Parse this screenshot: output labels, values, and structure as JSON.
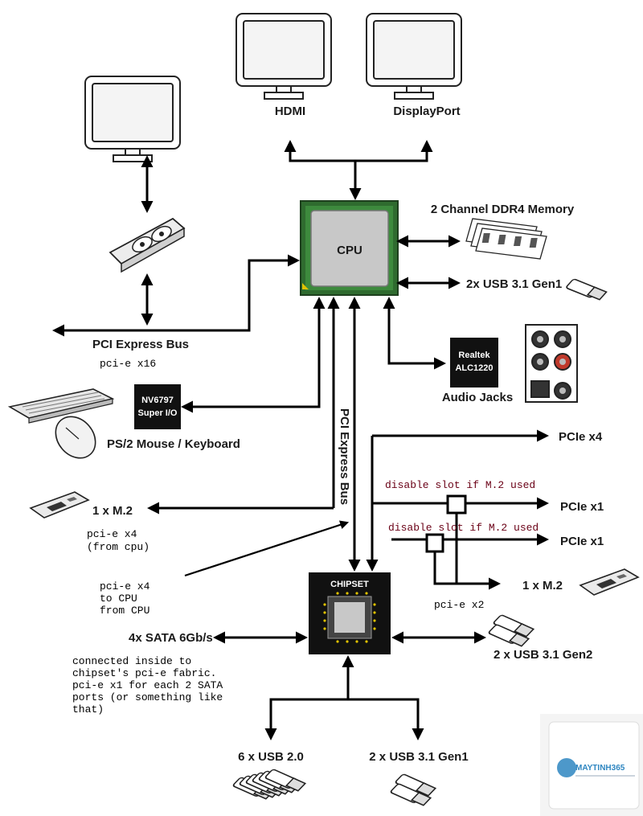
{
  "devices": {
    "hdmi": "HDMI",
    "displayport": "DisplayPort",
    "cpu": "CPU",
    "memory": "2 Channel DDR4 Memory",
    "usb31_cpu": "2x USB 3.1 Gen1",
    "pci_express_bus": "PCI Express Bus",
    "pci_express_bus_vertical": "PCI Express Bus",
    "audio_chip_line1": "Realtek",
    "audio_chip_line2": "ALC1220",
    "audio_jacks": "Audio Jacks",
    "superio_line1": "NV6797",
    "superio_line2": "Super I/O",
    "ps2": "PS/2 Mouse / Keyboard",
    "pcie_x4": "PCIe x4",
    "pcie_x1_a": "PCIe x1",
    "pcie_x1_b": "PCIe x1",
    "m2_left": "1 x M.2",
    "m2_right": "1 x M.2",
    "chipset": "CHIPSET",
    "sata": "4x SATA 6Gb/s",
    "usb31_gen2": "2 x USB 3.1 Gen2",
    "usb20": "6 x USB 2.0",
    "usb31_gen1": "2 x USB 3.1 Gen1"
  },
  "notes": {
    "pcie_x16": "pci-e x16",
    "m2_left_line1": "pci-e x4",
    "m2_left_line2": "(from cpu)",
    "to_cpu_line1": "pci-e x4",
    "to_cpu_line2": "to CPU",
    "to_cpu_line3": "from CPU",
    "disable_a": "disable slot if M.2 used",
    "disable_b": "disable slot if M.2 used",
    "pcie_x2": "pci-e x2",
    "sata_line1": "connected inside to",
    "sata_line2": "chipset's pci-e fabric.",
    "sata_line3": "pci-e x1 for each 2 SATA",
    "sata_line4": "ports (or something like",
    "sata_line5": "that)"
  },
  "watermark": {
    "brand": "MAYTINH365"
  },
  "icons": [
    "monitor-icon",
    "graphics-card-icon",
    "ram-stick-icon",
    "usb-stick-icon",
    "audio-jack-panel-icon",
    "keyboard-icon",
    "mouse-icon",
    "m2-ssd-icon",
    "cpu-chip-icon",
    "chipset-chip-icon"
  ],
  "colors": {
    "cpu_pcb": "#2f6b2f",
    "cpu_die": "#c8c8c8",
    "chip_black": "#111111",
    "note_red": "#6a0016",
    "jack_red": "#c0392b"
  }
}
